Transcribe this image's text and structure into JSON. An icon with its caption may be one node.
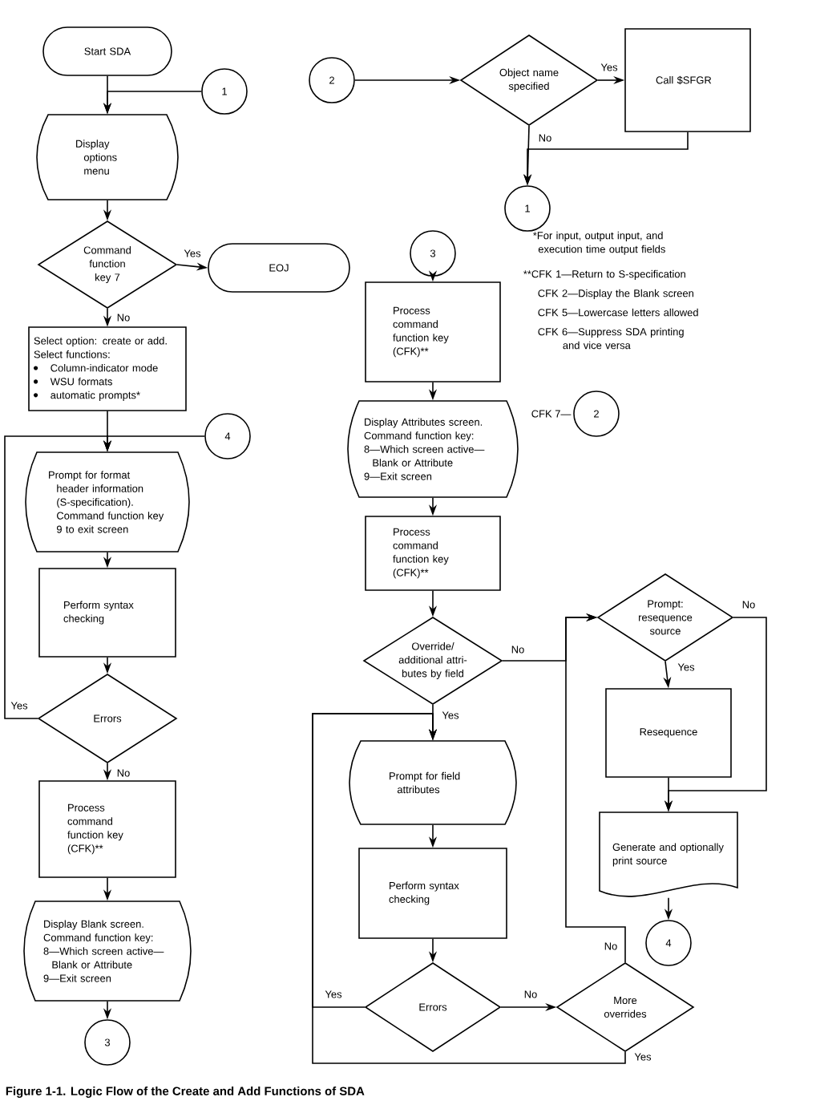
{
  "diagram": {
    "caption": "Figure 1-1. Logic Flow of the Create and Add Functions of SDA",
    "nodes": [
      {
        "text": [
          "Start SDA"
        ]
      },
      {
        "text": [
          "1"
        ]
      },
      {
        "text": [
          "Display options menu"
        ]
      },
      {
        "text": [
          "Command function key 7"
        ]
      },
      {
        "text": [
          "EOJ"
        ]
      },
      {
        "text": [
          "Select option: create or add.",
          "Select functions:",
          "Column-indicator mode",
          "WSU formats",
          "automatic prompts*"
        ]
      },
      {
        "text": [
          "4"
        ]
      },
      {
        "text": [
          "Prompt for format header information (S-specification). Command function key 9 to exit screen"
        ]
      },
      {
        "text": [
          "Perform syntax checking"
        ]
      },
      {
        "text": [
          "Errors"
        ]
      },
      {
        "text": [
          "Process command function key (CFK)**"
        ]
      },
      {
        "text": [
          "Display Blank screen.",
          "Command function key:",
          "8—Which screen active— Blank or Attribute",
          "9—Exit screen"
        ]
      },
      {
        "text": [
          "3"
        ]
      },
      {
        "text": [
          "2"
        ]
      },
      {
        "text": [
          "Object name specified"
        ]
      },
      {
        "text": [
          "Call $SFGR"
        ]
      },
      {
        "text": [
          "1"
        ]
      },
      {
        "text": [
          "3"
        ]
      },
      {
        "text": [
          "Process command function key (CFK)**"
        ]
      },
      {
        "text": [
          "Display Attributes screen.",
          "Command function key:",
          "8—Which screen active— Blank or Attribute",
          "9—Exit screen"
        ]
      },
      {
        "text": [
          "Process command function key (CFK)**"
        ]
      },
      {
        "text": [
          "Override/ additional attri- butes by field"
        ]
      },
      {
        "text": [
          "Prompt for field attributes"
        ]
      },
      {
        "text": [
          "Perform syntax checking"
        ]
      },
      {
        "text": [
          "Errors"
        ]
      },
      {
        "text": [
          "More overrides"
        ]
      },
      {
        "text": [
          "Prompt: resequence source"
        ]
      },
      {
        "text": [
          "Resequence"
        ]
      },
      {
        "text": [
          "Generate and optionally print source"
        ]
      },
      {
        "text": [
          "4"
        ]
      },
      {
        "text": [
          "2"
        ],
        "beside": [
          "CFK 7—"
        ]
      }
    ],
    "edges": [
      {
        "from": 0,
        "to": 2,
        "arrow": "to"
      },
      {
        "from": 1,
        "to": 2,
        "arrow": "to"
      },
      {
        "from": 2,
        "to": 3,
        "arrow": "to"
      },
      {
        "from": 3,
        "to": 4,
        "arrow": "to",
        "label": "Yes"
      },
      {
        "from": 3,
        "to": 5,
        "arrow": "to",
        "label": "No"
      },
      {
        "from": 5,
        "to": 7,
        "arrow": "to"
      },
      {
        "from": 6,
        "to": 7,
        "arrow": "to"
      },
      {
        "from": 7,
        "to": 8,
        "arrow": "to"
      },
      {
        "from": 8,
        "to": 9,
        "arrow": "to"
      },
      {
        "from": 9,
        "to": 7,
        "arrow": "to",
        "label": "Yes"
      },
      {
        "from": 9,
        "to": 10,
        "arrow": "to",
        "label": "No"
      },
      {
        "from": 10,
        "to": 11,
        "arrow": "to"
      },
      {
        "from": 11,
        "to": 12,
        "arrow": "to"
      },
      {
        "from": 13,
        "to": 14,
        "arrow": "to"
      },
      {
        "from": 14,
        "to": 15,
        "arrow": "to",
        "label": "Yes"
      },
      {
        "from": 14,
        "to": 16,
        "arrow": "to",
        "label": "No"
      },
      {
        "from": 15,
        "to": 16,
        "arrow": "to"
      },
      {
        "from": 17,
        "to": 18,
        "arrow": "to"
      },
      {
        "from": 18,
        "to": 19,
        "arrow": "to"
      },
      {
        "from": 19,
        "to": 20,
        "arrow": "to"
      },
      {
        "from": 20,
        "to": 21,
        "arrow": "to"
      },
      {
        "from": 21,
        "to": 22,
        "arrow": "to",
        "label": "Yes"
      },
      {
        "from": 21,
        "to": 26,
        "arrow": "to",
        "label": "No"
      },
      {
        "from": 22,
        "to": 23,
        "arrow": "to"
      },
      {
        "from": 23,
        "to": 24,
        "arrow": "to"
      },
      {
        "from": 24,
        "to": 22,
        "arrow": "to",
        "label": "Yes"
      },
      {
        "from": 24,
        "to": 25,
        "arrow": "to",
        "label": "No"
      },
      {
        "from": 25,
        "to": 22,
        "arrow": "to",
        "label": "Yes"
      },
      {
        "from": 25,
        "to": 26,
        "arrow": "to",
        "label": "No"
      },
      {
        "from": 26,
        "to": 27,
        "arrow": "to",
        "label": "Yes"
      },
      {
        "from": 26,
        "to": 28,
        "arrow": "to",
        "label": "No"
      },
      {
        "from": 27,
        "to": 28,
        "arrow": "to"
      },
      {
        "from": 28,
        "to": 29,
        "arrow": "to"
      }
    ],
    "labels": [
      "*For input, output input, and execution time output fields",
      "**CFK 1—Return to S-specification",
      "CFK 2—Display the Blank screen",
      "CFK 5—Lowercase letters allowed",
      "CFK 6—Suppress SDA printing and vice versa"
    ]
  }
}
